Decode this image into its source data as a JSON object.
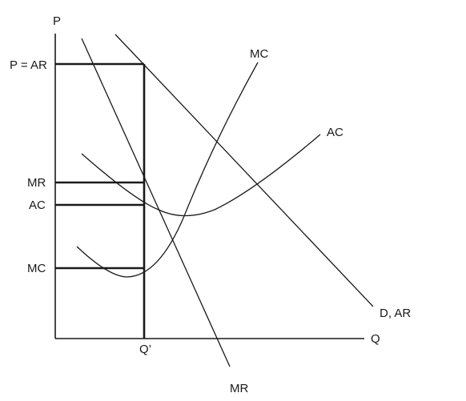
{
  "axes": {
    "y_label": "P",
    "x_label": "Q"
  },
  "curves": {
    "mc_label": "MC",
    "ac_label": "AC",
    "demand_label": "D, AR",
    "mr_label": "MR"
  },
  "levels": {
    "price_label": "P = AR",
    "mr_label": "MR",
    "ac_label": "AC",
    "mc_label": "MC"
  },
  "quantity": {
    "label": "Q’"
  },
  "colors": {
    "ink": "#1a1a1a",
    "background": "#ffffff"
  }
}
